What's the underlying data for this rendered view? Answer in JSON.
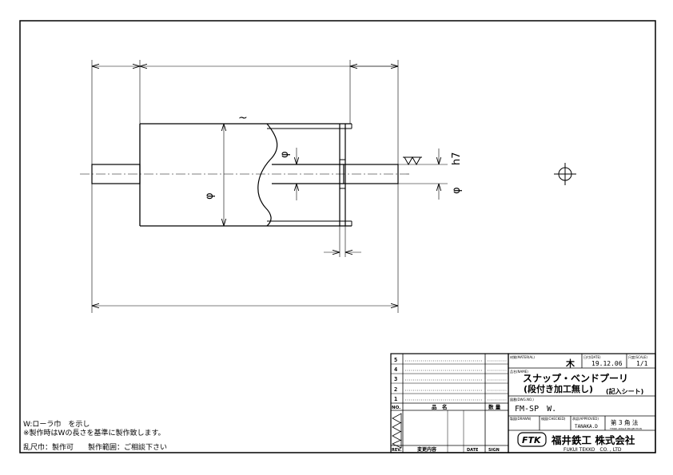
{
  "drawing": {
    "dim_symbols": {
      "diameter_left": "φ",
      "diameter_inner": "φ",
      "diameter_shaft": "φ",
      "tolerance": "h7",
      "approx": "~"
    }
  },
  "title_block": {
    "material_label": "材質(MATERIAL)",
    "material_value": "木",
    "date_label": "日付(DATE)",
    "date_value": "19.12.06",
    "scale_label": "尺度(SCALE)",
    "scale_value": "1/1",
    "name_label": "品名(NAME)",
    "title_line1": "スナップ・ベンドプーリ",
    "title_line2": "(段付き加工無し)",
    "title_sheet": "(記入シート)",
    "drawing_no_label": "図番(DWG.NO.)",
    "drawing_no": "FM-SP　W.",
    "drawn_label": "製図(DRAWN)",
    "checked_label": "検図(CHECKED)",
    "approved_label": "承認(APPROVED)",
    "drawn_by": "TANAKA.D",
    "angle_value": "第 3 角 法",
    "angle_label": "THIRD ANGLE PROJECTION",
    "company_logo": "FTK",
    "company_name": "福井鉄工 株式会社",
    "company_en": "FUKUI TEKKO　CO. , LTD"
  },
  "parts_table": {
    "rev_rows": [
      "5",
      "4",
      "3",
      "2",
      "1"
    ],
    "header_no": "NO.",
    "header_name": "品　名",
    "header_qty": "数 量",
    "footer_no": "REV.",
    "footer_change": "変更内容",
    "footer_date": "DATE",
    "footer_sign": "SIGN"
  },
  "notes": {
    "line1": "W:ローラ巾　を示し",
    "line2": "※製作時はWの長さを基準に製作致します。",
    "line3": "乱尺巾：製作可　　製作範囲：ご相談下さい"
  }
}
